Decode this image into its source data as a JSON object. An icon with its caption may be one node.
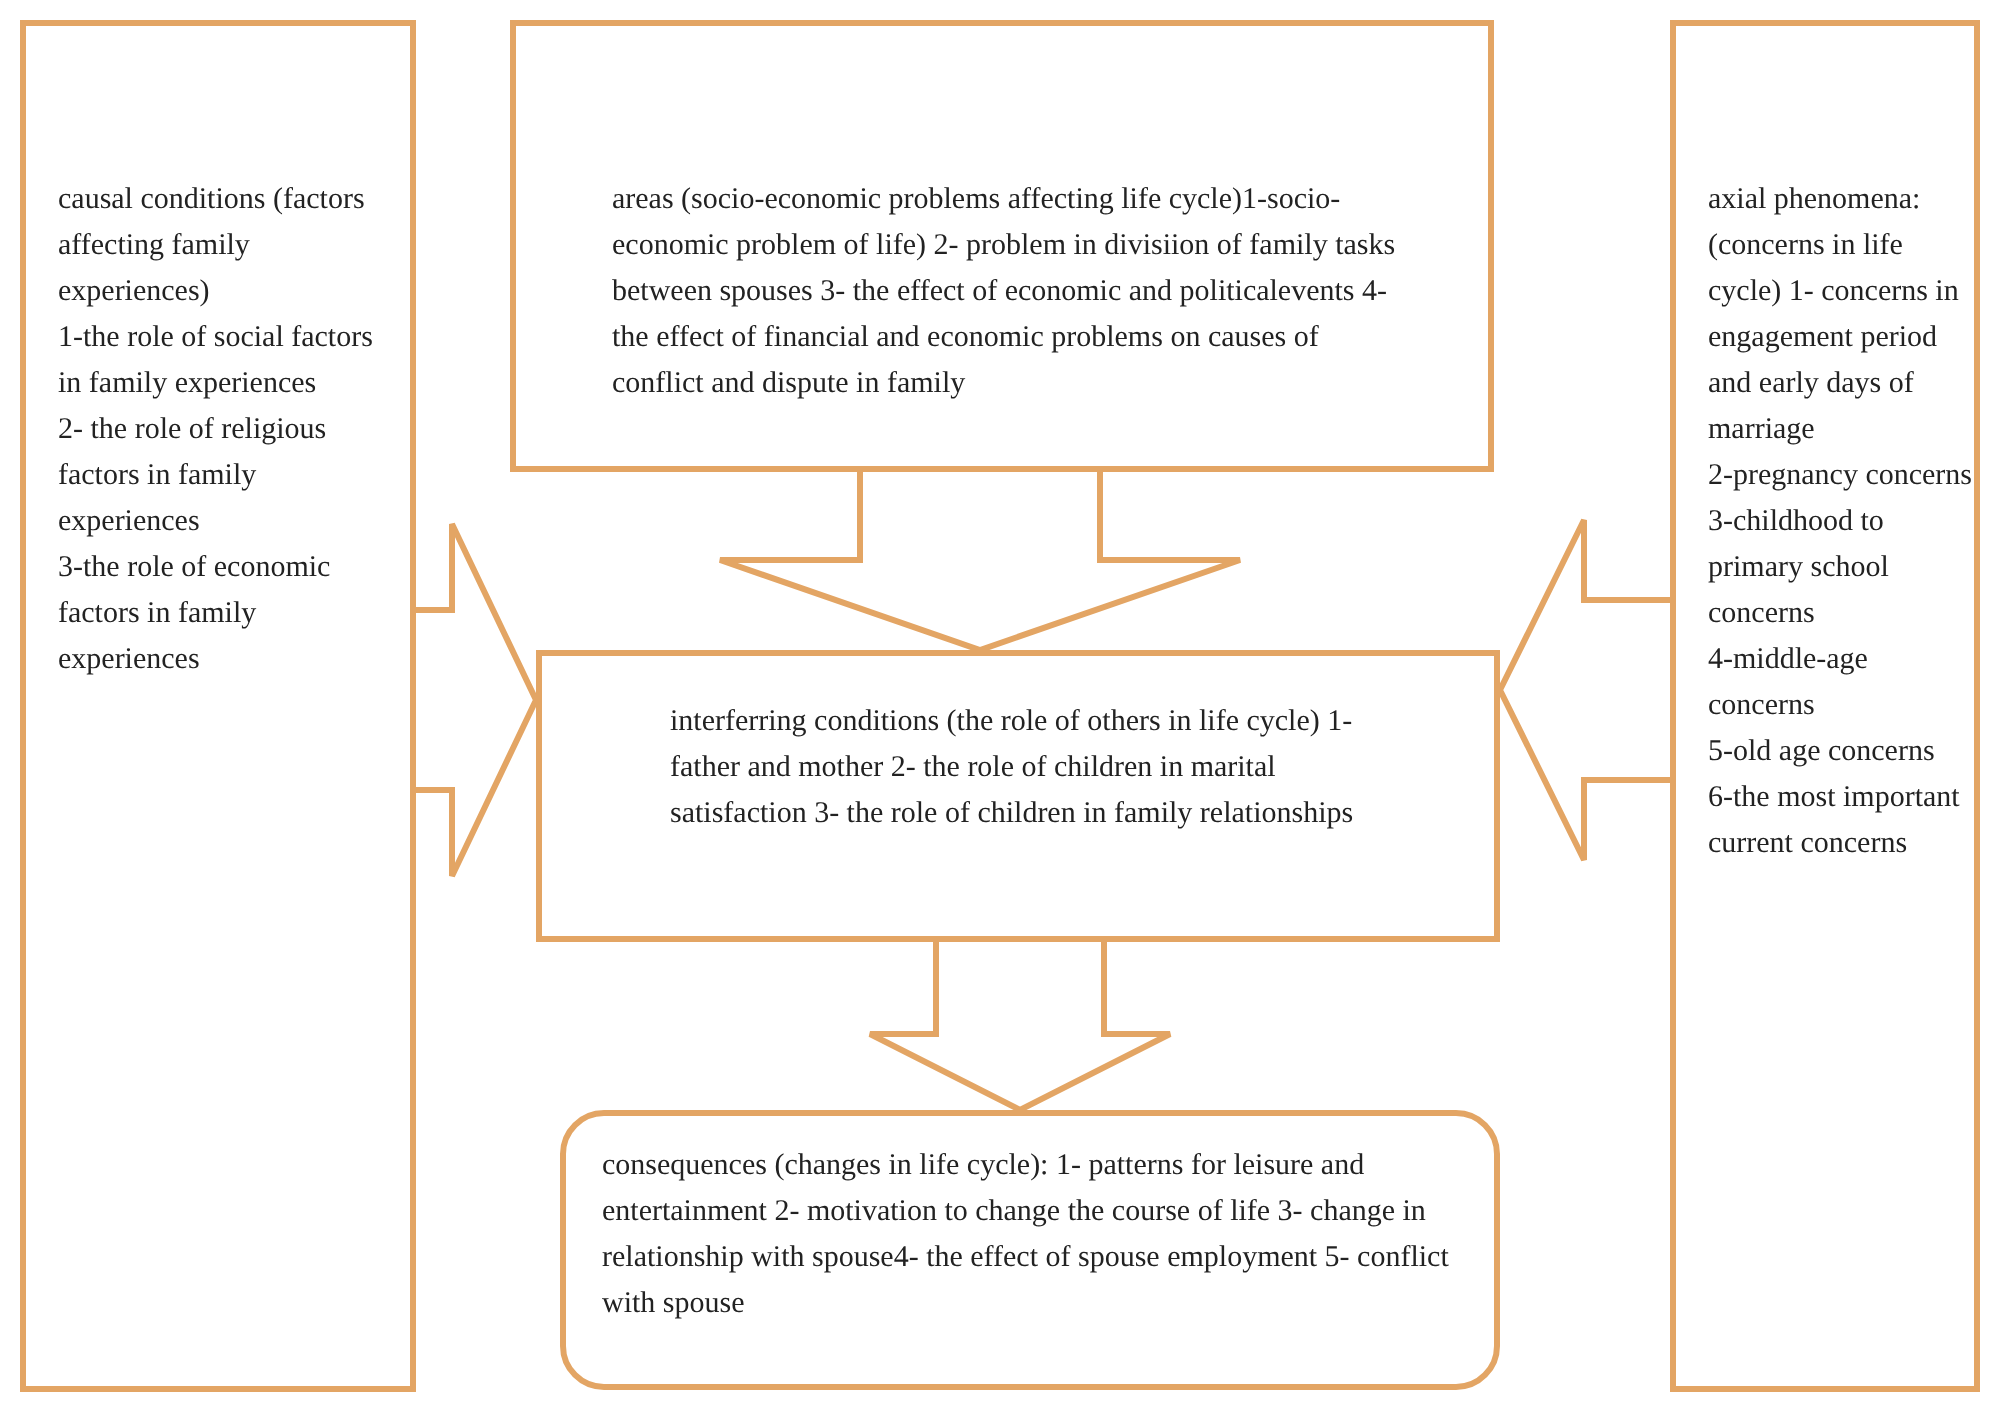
{
  "diagram": {
    "nodes": [
      {
        "text": [
          "causal conditions (factors affecting family experiences)",
          "1-the role of social factors in family experiences",
          "2- the role of religious factors in family experiences",
          "3-the role of economic factors in family experiences"
        ]
      },
      {
        "text": [
          "areas (socio-economic problems affecting life cycle)1-socio-economic problem of life) 2- problem in divisiion of family tasks between spouses 3- the effect of economic and politicalevents 4- the effect of financial and economic problems on causes of conflict and dispute in family"
        ]
      },
      {
        "text": [
          "axial phenomena: (concerns in life cycle) 1- concerns in engagement period and early days of marriage",
          "2-pregnancy concerns",
          "3-childhood to primary school concerns",
          "4-middle-age concerns",
          "5-old age concerns",
          "6-the most important current concerns"
        ]
      },
      {
        "text": [
          "interferring conditions (the role of others in life cycle) 1-father and mother 2- the role of children in marital satisfaction 3- the role of children in family relationships"
        ]
      },
      {
        "text": [
          "consequences (changes in life cycle): 1- patterns for leisure and entertainment 2- motivation to change the course of life 3- change in relationship with spouse4- the effect of spouse employment 5- conflict with spouse"
        ]
      }
    ],
    "edges": [
      {
        "from": 0,
        "to": 3,
        "arrow": "to",
        "style": "thick"
      },
      {
        "from": 1,
        "to": 3,
        "arrow": "to",
        "style": "thick"
      },
      {
        "from": 2,
        "to": 3,
        "arrow": "to",
        "style": "thick"
      },
      {
        "from": 3,
        "to": 4,
        "arrow": "to",
        "style": "thick"
      }
    ]
  }
}
